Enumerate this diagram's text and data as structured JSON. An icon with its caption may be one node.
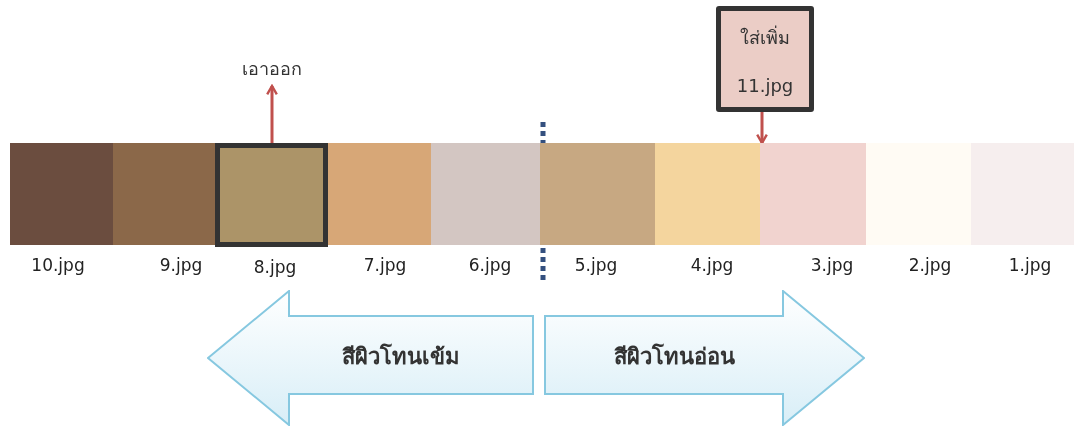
{
  "diagram": {
    "nodes": [
      {
        "text": [
          "เอาออก"
        ]
      },
      {
        "text": [
          "ใส่เพิ่ม",
          "11.jpg"
        ]
      },
      {
        "text": [],
        "shape": "box",
        "beside": [
          "10.jpg"
        ]
      },
      {
        "text": [],
        "shape": "box",
        "beside": [
          "9.jpg"
        ]
      },
      {
        "text": [],
        "shape": "box",
        "beside": [
          "8.jpg"
        ]
      },
      {
        "text": [],
        "shape": "box",
        "beside": [
          "7.jpg"
        ]
      },
      {
        "text": [],
        "shape": "box",
        "beside": [
          "6.jpg"
        ]
      },
      {
        "text": [],
        "shape": "box",
        "beside": [
          "5.jpg"
        ]
      },
      {
        "text": [],
        "shape": "box",
        "beside": [
          "4.jpg"
        ]
      },
      {
        "text": [],
        "shape": "box",
        "beside": [
          "3.jpg"
        ]
      },
      {
        "text": [],
        "shape": "box",
        "beside": [
          "2.jpg"
        ]
      },
      {
        "text": [],
        "shape": "box",
        "beside": [
          "1.jpg"
        ]
      },
      {
        "text": [
          "สีผิวโทนเข้ม"
        ]
      },
      {
        "text": [
          "สีผิวโทนอ่อน"
        ]
      }
    ],
    "edges": [
      {
        "from": 4,
        "to": 0,
        "arrow": "to"
      },
      {
        "from": 1,
        "to": 8,
        "arrow": "to"
      }
    ]
  }
}
